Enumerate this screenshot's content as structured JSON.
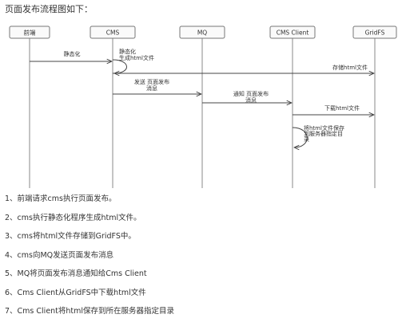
{
  "heading": "页面发布流程图如下：",
  "participants": [
    {
      "id": "frontend",
      "label": "前端"
    },
    {
      "id": "cms",
      "label": "CMS"
    },
    {
      "id": "mq",
      "label": "MQ"
    },
    {
      "id": "client",
      "label": "CMS Client"
    },
    {
      "id": "gridfs",
      "label": "GridFS"
    }
  ],
  "messages": [
    {
      "from": "frontend",
      "to": "cms",
      "lines": [
        "静态化"
      ]
    },
    {
      "from": "cms",
      "to": "cms",
      "self": true,
      "lines": [
        "静态化",
        "生成html文件"
      ]
    },
    {
      "from": "cms",
      "to": "gridfs",
      "lines": [
        "存储html文件"
      ]
    },
    {
      "from": "cms",
      "to": "mq",
      "lines": [
        "发送 页面发布",
        "消息"
      ]
    },
    {
      "from": "mq",
      "to": "client",
      "lines": [
        "通知 页面发布",
        "消息"
      ]
    },
    {
      "from": "client",
      "to": "gridfs",
      "lines": [
        "下载html文件"
      ]
    },
    {
      "from": "client",
      "to": "client",
      "self": true,
      "lines": [
        "将html文件保存",
        "到服务器指定目",
        "录"
      ]
    }
  ],
  "steps": [
    "1、前端请求cms执行页面发布。",
    "2、cms执行静态化程序生成html文件。",
    "3、cms将html文件存储到GridFS中。",
    "4、cms向MQ发送页面发布消息",
    "5、MQ将页面发布消息通知给Cms Client",
    "6、Cms Client从GridFS中下载html文件",
    "7、Cms Client将html保存到所在服务器指定目录"
  ]
}
